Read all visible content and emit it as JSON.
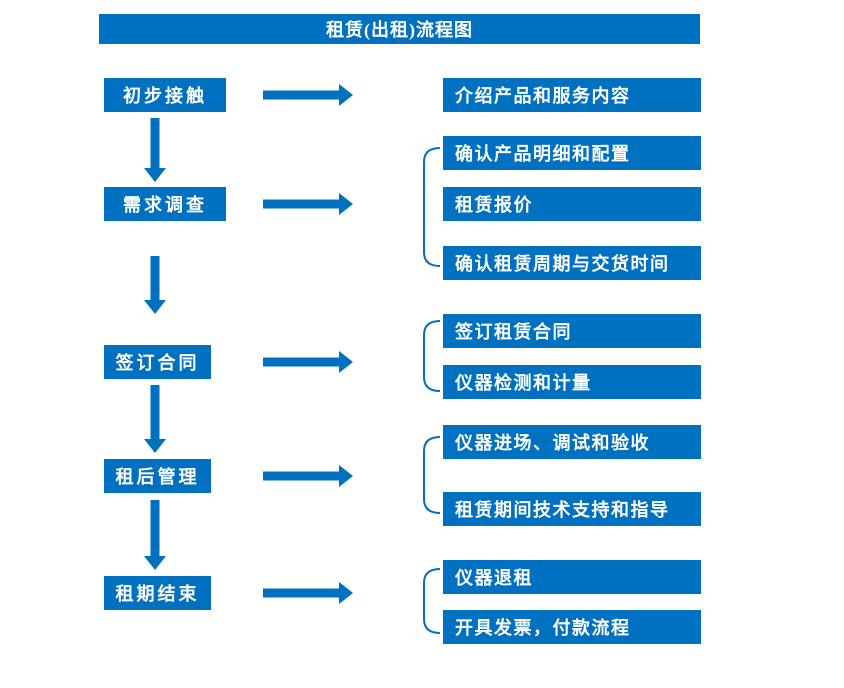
{
  "title": "租赁(出租)流程图",
  "colors": {
    "primary": "#0070C0",
    "text": "#FFFFFF",
    "background": "#FFFFFF"
  },
  "stages": [
    {
      "label": "初步接触",
      "outputs": [
        "介绍产品和服务内容"
      ]
    },
    {
      "label": "需求调查",
      "outputs": [
        "确认产品明细和配置",
        "租赁报价",
        "确认租赁周期与交货时间"
      ]
    },
    {
      "label": "签订合同",
      "outputs": [
        "签订租赁合同",
        "仪器检测和计量"
      ]
    },
    {
      "label": "租后管理",
      "outputs": [
        "仪器进场、调试和验收",
        "租赁期间技术支持和指导"
      ]
    },
    {
      "label": "租期结束",
      "outputs": [
        "仪器退租",
        "开具发票，付款流程"
      ]
    }
  ]
}
